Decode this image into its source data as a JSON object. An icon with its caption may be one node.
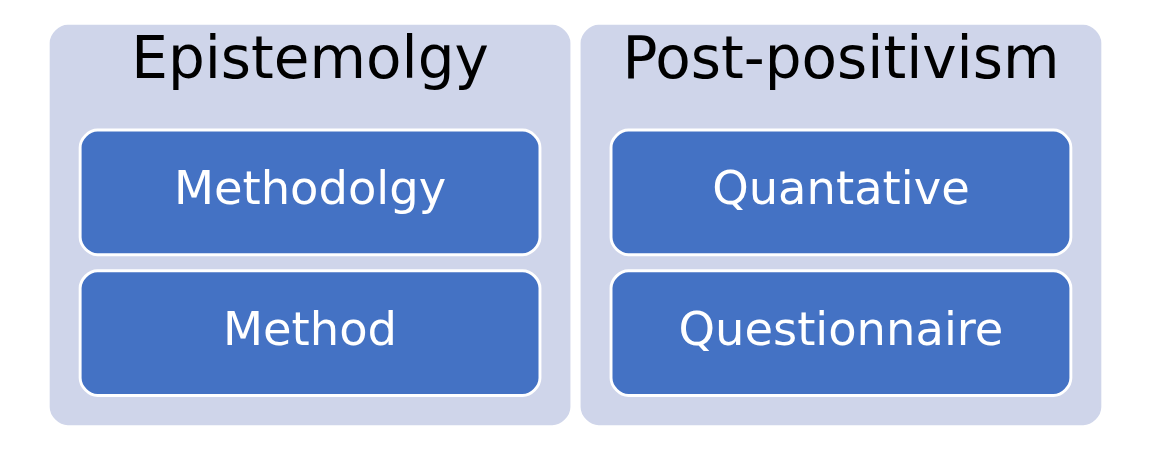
{
  "diagram": {
    "nodes": [
      {
        "text": [
          "Epistemolgy"
        ]
      },
      {
        "text": [
          "Methodolgy"
        ],
        "in": 0
      },
      {
        "text": [
          "Method"
        ],
        "in": 0
      },
      {
        "text": [
          "Post-positivism"
        ]
      },
      {
        "text": [
          "Quantative"
        ],
        "in": 3
      },
      {
        "text": [
          "Questionnaire"
        ],
        "in": 3
      }
    ],
    "edges": []
  }
}
